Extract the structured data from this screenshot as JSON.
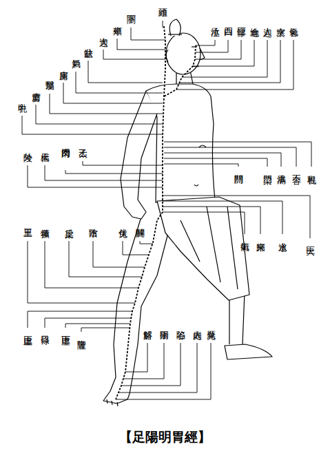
{
  "diagram": {
    "title": "【足陽明胃經】",
    "labels": [
      "頭維",
      "下關",
      "頰車",
      "大迎",
      "缺盆",
      "氣戶",
      "庫房",
      "屋翳",
      "膺窗",
      "乳中",
      "承泣",
      "四白",
      "巨髎",
      "地倉",
      "人迎",
      "水突",
      "氣舍",
      "外陵",
      "天樞",
      "滑肉門",
      "太乙",
      "關門",
      "梁門",
      "承滿",
      "不容",
      "乳根",
      "三里",
      "犢鼻",
      "梁丘",
      "陰市",
      "伏兔",
      "髀關",
      "氣街",
      "歸來",
      "水道",
      "大巨",
      "上巨虛",
      "條口",
      "下巨虛",
      "豐隆",
      "解谿",
      "衝陽",
      "陷谷",
      "內庭",
      "厲兌"
    ]
  }
}
